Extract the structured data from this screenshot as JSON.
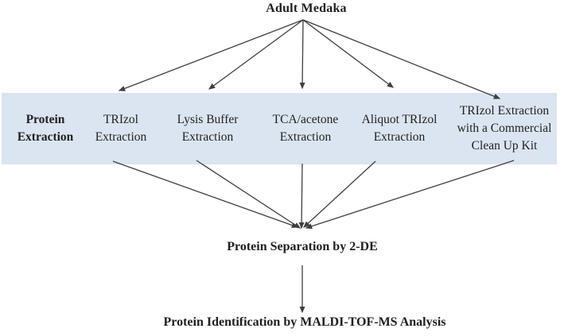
{
  "diagram": {
    "title": "Adult Medaka",
    "band": {
      "heading": "Protein Extraction",
      "methods": [
        {
          "label": "TRIzol Extraction"
        },
        {
          "label": "Lysis Buffer Extraction"
        },
        {
          "label": "TCA/acetone Extraction"
        },
        {
          "label": "Aliquot TRIzol Extraction"
        },
        {
          "label": "TRIzol Extraction with a Commercial Clean Up Kit"
        }
      ]
    },
    "separation": "Protein Separation by 2-DE",
    "identification": "Protein Identification by MALDI-TOF-MS Analysis",
    "edges": [
      {
        "from": "Adult Medaka",
        "to": "TRIzol Extraction"
      },
      {
        "from": "Adult Medaka",
        "to": "Lysis Buffer Extraction"
      },
      {
        "from": "Adult Medaka",
        "to": "TCA/acetone Extraction"
      },
      {
        "from": "Adult Medaka",
        "to": "Aliquot TRIzol Extraction"
      },
      {
        "from": "Adult Medaka",
        "to": "TRIzol Extraction with a Commercial Clean Up Kit"
      },
      {
        "from": "TRIzol Extraction",
        "to": "Protein Separation by 2-DE"
      },
      {
        "from": "Lysis Buffer Extraction",
        "to": "Protein Separation by 2-DE"
      },
      {
        "from": "TCA/acetone Extraction",
        "to": "Protein Separation by 2-DE"
      },
      {
        "from": "Aliquot TRIzol Extraction",
        "to": "Protein Separation by 2-DE"
      },
      {
        "from": "TRIzol Extraction with a Commercial Clean Up Kit",
        "to": "Protein Separation by 2-DE"
      },
      {
        "from": "Protein Separation by 2-DE",
        "to": "Protein Identification by MALDI-TOF-MS Analysis"
      }
    ],
    "colors": {
      "background": "#ffffff",
      "band_bg": "#dbe5f1",
      "arrow": "#3f3f3f",
      "text": "#1f1f1f"
    }
  }
}
